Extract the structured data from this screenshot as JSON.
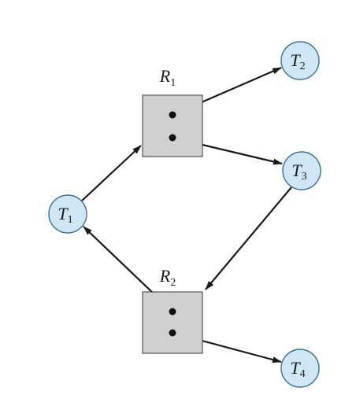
{
  "title": "",
  "resources": [
    {
      "id": "R1",
      "letter": "R",
      "sub": "1",
      "instances": 2
    },
    {
      "id": "R2",
      "letter": "R",
      "sub": "2",
      "instances": 2
    }
  ],
  "threads": [
    {
      "id": "T1",
      "letter": "T",
      "sub": "1"
    },
    {
      "id": "T2",
      "letter": "T",
      "sub": "2"
    },
    {
      "id": "T3",
      "letter": "T",
      "sub": "3"
    },
    {
      "id": "T4",
      "letter": "T",
      "sub": "4"
    }
  ],
  "edges": [
    {
      "from": "T1",
      "to": "R1",
      "kind": "request"
    },
    {
      "from": "R1",
      "to": "T2",
      "kind": "assignment"
    },
    {
      "from": "R1",
      "to": "T3",
      "kind": "assignment"
    },
    {
      "from": "T3",
      "to": "R2",
      "kind": "request"
    },
    {
      "from": "R2",
      "to": "T1",
      "kind": "assignment"
    },
    {
      "from": "R2",
      "to": "T4",
      "kind": "assignment"
    }
  ],
  "colors": {
    "thread_fill": "#cfe6f5",
    "thread_stroke": "#3c6f96",
    "resource_fill": "#d0d0d0",
    "resource_stroke": "#555555",
    "edge": "#1a1a1a",
    "dot": "#111111"
  }
}
